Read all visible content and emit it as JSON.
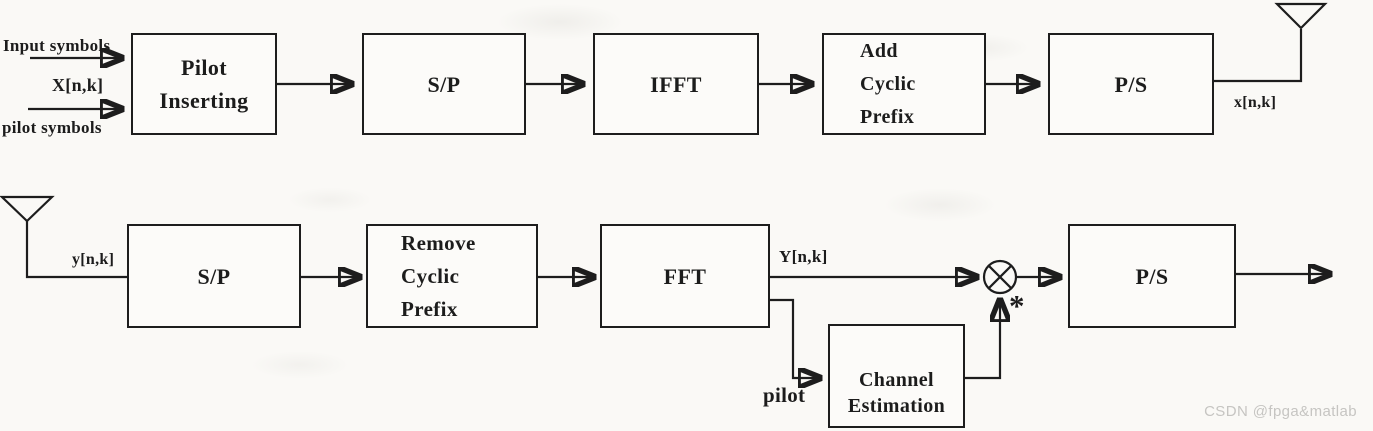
{
  "colors": {
    "ink": "#1d1d1d",
    "background": "#faf9f6",
    "box_fill": "#fcfbf9",
    "watermark_gray": "#c6c5c2"
  },
  "icons": {
    "tx_antenna": "antenna-icon",
    "rx_antenna": "antenna-icon",
    "multiplier": "multiply-circle-icon"
  },
  "transmitter": {
    "input_label_top": "Input symbols",
    "input_signal_label": "X[n,k]",
    "input_label_bottom": "pilot symbols",
    "blocks": {
      "pilot_inserting": "Pilot\nInserting",
      "sp": "S/P",
      "ifft": "IFFT",
      "add_cyclic_prefix": "Add\nCyclic\nPrefix",
      "ps": "P/S"
    },
    "output_signal_label": "x[n,k]"
  },
  "receiver": {
    "input_signal_label": "y[n,k]",
    "blocks": {
      "sp": "S/P",
      "remove_cyclic_prefix": "Remove\nCyclic\nPrefix",
      "fft": "FFT",
      "ps": "P/S",
      "channel_estimation": "Channel\nEstimation"
    },
    "fft_output_signal_label": "Y[n,k]",
    "pilot_branch_label": "pilot",
    "conjugate_marker": "*"
  },
  "watermark": "CSDN @fpga&matlab"
}
